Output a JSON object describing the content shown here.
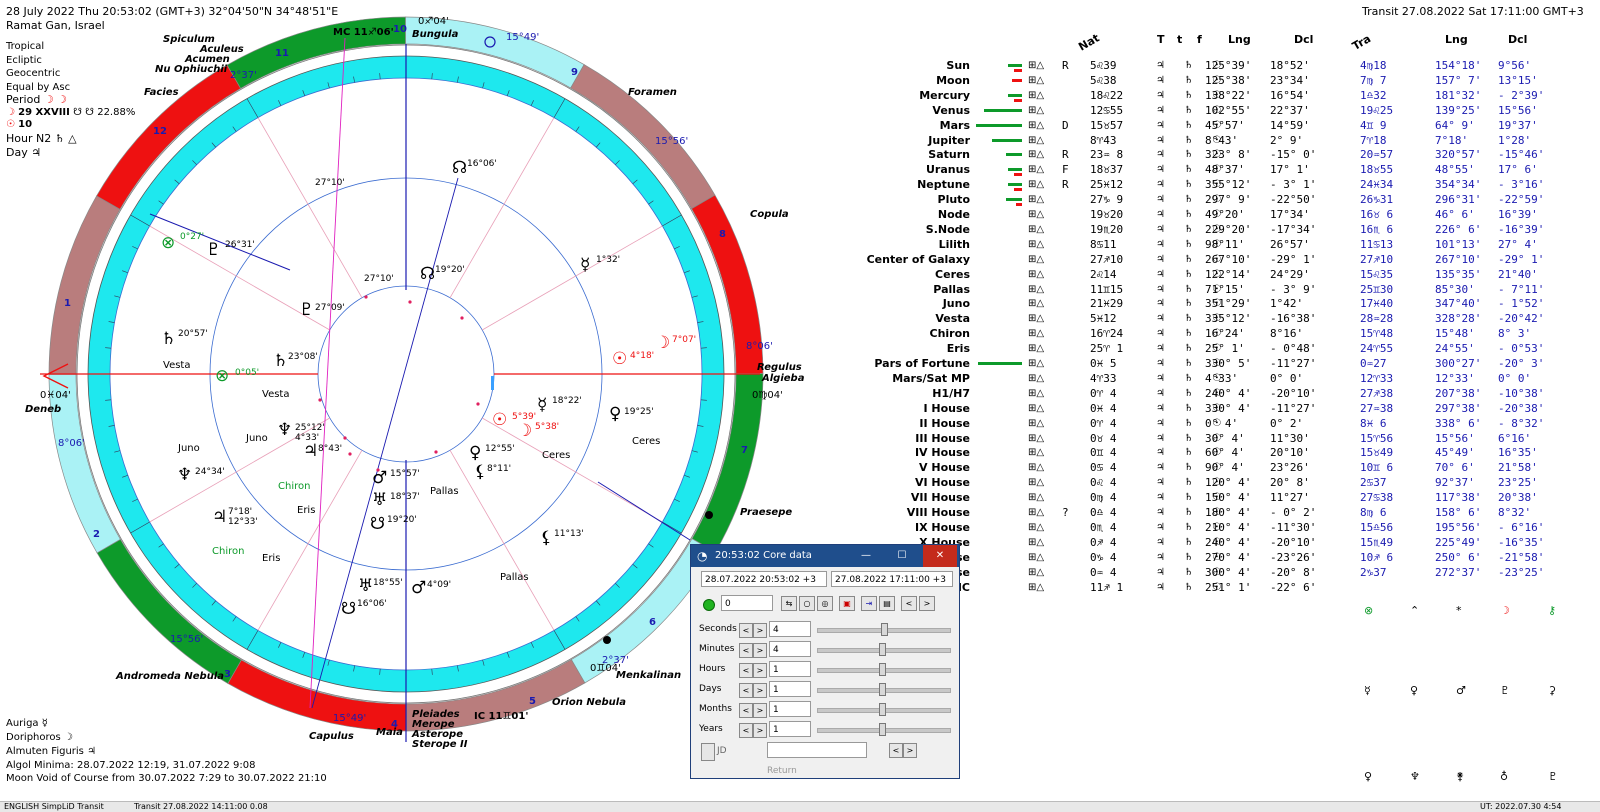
{
  "header": {
    "natal_line": "28 July 2022  Thu   20:53:02 (GMT+3) 32°04'50\"N   34°48'51\"E",
    "place": "Ramat Gan, Israel",
    "transit_line": "Transit 27.08.2022   Sat 17:11:00 GMT+3"
  },
  "left_info": {
    "lines": [
      "Tropical",
      "Ecliptic",
      "Geocentric",
      "Equal by Asc"
    ],
    "period_label": "Period",
    "moon_line": "29 XXVIII",
    "moon_pct": "22.88%",
    "sun_line": "10",
    "hour_label": "Hour N2",
    "day_label": "Day"
  },
  "bottom_info": {
    "auriga": "Auriga",
    "doriphoros": "Doriphoros",
    "almuten": "Almuten Figuris",
    "algol": "Algol Minima: 28.07.2022 12:19,   31.07.2022  9:08",
    "void": "Moon Void of Course from 30.07.2022  7:29 to 30.07.2022 21:10"
  },
  "houses": {
    "numbers": [
      "1",
      "2",
      "3",
      "4",
      "5",
      "6",
      "7",
      "8",
      "9",
      "10",
      "11",
      "12"
    ],
    "cusp_labels": [
      "0♓04'",
      "8°06'",
      "15°56'",
      "15°49'",
      "0♊04'",
      "2°37'",
      "0♍04'",
      "8°06'",
      "15°56'",
      "15°49'",
      "0♐04'",
      "2°37'"
    ]
  },
  "stars": {
    "spiculum": "Spiculum",
    "aculeus": "Aculeus",
    "acumen": "Acumen",
    "nu_oph": "Nu Ophiuchii",
    "facies": "Facies",
    "bungula": "Bungula",
    "foramen": "Foramen",
    "copula": "Copula",
    "regulus": "Regulus",
    "algieba": "Algieba",
    "praesepe": "Praesepe",
    "menkalinan": "Menkalinan",
    "orion": "Orion Nebula",
    "pleiades": "Pleiades",
    "merope": "Merope",
    "maia": "Maia",
    "asterope": "Asterope",
    "sterope": "Sterope II",
    "capulus": "Capulus",
    "andromeda": "Andromeda Nebula",
    "deneb": "Deneb",
    "mc_label": "MC 11♐06'",
    "ic_label": "IC 11♊01'",
    "asc_label": "0♓04'"
  },
  "chart_glyphs": {
    "vesta1": "Vesta",
    "vesta2": "Vesta",
    "juno1": "Juno",
    "juno2": "Juno",
    "chiron1": "Chiron",
    "chiron2": "Chiron",
    "eris1": "Eris",
    "eris2": "Eris",
    "pallas1": "Pallas",
    "pallas2": "Pallas",
    "ceres1": "Ceres",
    "ceres2": "Ceres",
    "p1": "27°10'",
    "p2": "16°06'",
    "p3": "26°31'",
    "p4": "0°27'",
    "p5": "27°10'",
    "p6": "19°20'",
    "p7": "1°32'",
    "p8": "27°09'",
    "p9": "20°57'",
    "p10": "23°08'",
    "p11": "0°05'",
    "p12": "4°18'",
    "p13": "7°07'",
    "p14": "18°22'",
    "p15": "19°25'",
    "p16": "5°39'",
    "p17": "5°38'",
    "p18": "12°55'",
    "p19": "8°11'",
    "p20": "25°12'",
    "p21": "4°33'",
    "p22": "8°43'",
    "p23": "15°57'",
    "p24": "18°37'",
    "p25": "19°20'",
    "p26": "24°34'",
    "p27": "7°18'",
    "p28": "12°33'",
    "p29": "11°13'",
    "p30": "18°55'",
    "p31": "16°06'",
    "p32": "4°09'"
  },
  "table_headers": {
    "nat": "Nat",
    "t1": "T",
    "t2": "t",
    "f": "f",
    "lng": "Lng",
    "dcl": "Dcl",
    "tra": "Tra",
    "tlng": "Lng",
    "tdcl": "Dcl"
  },
  "planets": [
    {
      "name": "Sun",
      "r": "R",
      "pos": " 5♌39",
      "lng": "125°39'",
      "dcl": "18°52'",
      "tpos": "4♍18",
      "tlng": "154°18'",
      "tdcl": " 9°56'"
    },
    {
      "name": "Moon",
      "r": "",
      "pos": " 5♌38",
      "lng": "125°38'",
      "dcl": "23°34'",
      "tpos": "7♍ 7",
      "tlng": "157° 7'",
      "tdcl": "13°15'"
    },
    {
      "name": "Mercury",
      "r": "",
      "pos": "18♌22",
      "lng": "138°22'",
      "dcl": "16°54'",
      "tpos": "1♎32",
      "tlng": "181°32'",
      "tdcl": "- 2°39'"
    },
    {
      "name": "Venus",
      "r": "",
      "pos": "12♋55",
      "lng": "102°55'",
      "dcl": "22°37'",
      "tpos": "19♌25",
      "tlng": "139°25'",
      "tdcl": "15°56'"
    },
    {
      "name": "Mars",
      "r": "D",
      "pos": "15♉57",
      "lng": " 45°57'",
      "dcl": "14°59'",
      "tpos": "4♊ 9",
      "tlng": " 64° 9'",
      "tdcl": "19°37'"
    },
    {
      "name": "Jupiter",
      "r": "",
      "pos": " 8♈43",
      "lng": "  8°43'",
      "dcl": " 2° 9'",
      "tpos": "7♈18",
      "tlng": "  7°18'",
      "tdcl": " 1°28'"
    },
    {
      "name": "Saturn",
      "r": "R",
      "pos": "23♒ 8",
      "lng": "323° 8'",
      "dcl": "-15° 0'",
      "tpos": "20♒57",
      "tlng": "320°57'",
      "tdcl": "-15°46'"
    },
    {
      "name": "Uranus",
      "r": "F",
      "pos": "18♉37",
      "lng": " 48°37'",
      "dcl": "17° 1'",
      "tpos": "18♉55",
      "tlng": " 48°55'",
      "tdcl": "17° 6'"
    },
    {
      "name": "Neptune",
      "r": "R",
      "pos": "25♓12",
      "lng": "355°12'",
      "dcl": "- 3° 1'",
      "tpos": "24♓34",
      "tlng": "354°34'",
      "tdcl": "- 3°16'"
    },
    {
      "name": "Pluto",
      "r": "",
      "pos": "27♑ 9",
      "lng": "297° 9'",
      "dcl": "-22°50'",
      "tpos": "26♑31",
      "tlng": "296°31'",
      "tdcl": "-22°59'"
    },
    {
      "name": "Node",
      "r": "",
      "pos": "19♉20",
      "lng": " 49°20'",
      "dcl": "17°34'",
      "tpos": "16♉ 6",
      "tlng": " 46° 6'",
      "tdcl": "16°39'"
    },
    {
      "name": "S.Node",
      "r": "",
      "pos": "19♏20",
      "lng": "229°20'",
      "dcl": "-17°34'",
      "tpos": "16♏ 6",
      "tlng": "226° 6'",
      "tdcl": "-16°39'"
    },
    {
      "name": "Lilith",
      "r": "",
      "pos": " 8♋11",
      "lng": " 98°11'",
      "dcl": "26°57'",
      "tpos": "11♋13",
      "tlng": "101°13'",
      "tdcl": "27° 4'"
    },
    {
      "name": "Center of Galaxy",
      "r": "",
      "pos": "27♐10",
      "lng": "267°10'",
      "dcl": "-29° 1'",
      "tpos": "27♐10",
      "tlng": "267°10'",
      "tdcl": "-29° 1'"
    },
    {
      "name": "Ceres",
      "r": "",
      "pos": " 2♌14",
      "lng": "122°14'",
      "dcl": "24°29'",
      "tpos": "15♌35",
      "tlng": "135°35'",
      "tdcl": "21°40'"
    },
    {
      "name": "Pallas",
      "r": "",
      "pos": "11♊15",
      "lng": " 71°15'",
      "dcl": "- 3° 9'",
      "tpos": "25♊30",
      "tlng": " 85°30'",
      "tdcl": "- 7°11'"
    },
    {
      "name": "Juno",
      "r": "",
      "pos": "21♓29",
      "lng": "351°29'",
      "dcl": " 1°42'",
      "tpos": "17♓40",
      "tlng": "347°40'",
      "tdcl": "- 1°52'"
    },
    {
      "name": "Vesta",
      "r": "",
      "pos": " 5♓12",
      "lng": "335°12'",
      "dcl": "-16°38'",
      "tpos": "28♒28",
      "tlng": "328°28'",
      "tdcl": "-20°42'"
    },
    {
      "name": "Chiron",
      "r": "",
      "pos": "16♈24",
      "lng": " 16°24'",
      "dcl": " 8°16'",
      "tpos": "15♈48",
      "tlng": " 15°48'",
      "tdcl": " 8° 3'"
    },
    {
      "name": "Eris",
      "r": "",
      "pos": "25♈ 1",
      "lng": " 25° 1'",
      "dcl": "- 0°48'",
      "tpos": "24♈55",
      "tlng": " 24°55'",
      "tdcl": "- 0°53'"
    },
    {
      "name": "Pars of Fortune",
      "r": "",
      "pos": " 0♓ 5",
      "lng": "330° 5'",
      "dcl": "-11°27'",
      "tpos": "0♒27",
      "tlng": "300°27'",
      "tdcl": "-20° 3'"
    },
    {
      "name": "Mars/Sat MP",
      "r": "",
      "pos": " 4♈33",
      "lng": "  4°33'",
      "dcl": " 0° 0'",
      "tpos": "12♈33",
      "tlng": " 12°33'",
      "tdcl": " 0° 0'"
    },
    {
      "name": "H1/H7",
      "r": "",
      "pos": " 0♈ 4",
      "lng": "240° 4'",
      "dcl": "-20°10'",
      "tpos": "27♐38",
      "tlng": "207°38'",
      "tdcl": "-10°38'"
    },
    {
      "name": "I House",
      "r": "",
      "pos": " 0♓ 4",
      "lng": "330° 4'",
      "dcl": "-11°27'",
      "tpos": "27♒38",
      "tlng": "297°38'",
      "tdcl": "-20°38'"
    },
    {
      "name": "II House",
      "r": "",
      "pos": " 0♈ 4",
      "lng": "  0° 4'",
      "dcl": " 0° 2'",
      "tpos": "8♓ 6",
      "tlng": "338° 6'",
      "tdcl": "- 8°32'"
    },
    {
      "name": "III House",
      "r": "",
      "pos": " 0♉ 4",
      "lng": " 30° 4'",
      "dcl": "11°30'",
      "tpos": "15♈56",
      "tlng": " 15°56'",
      "tdcl": " 6°16'"
    },
    {
      "name": "IV House",
      "r": "",
      "pos": " 0♊ 4",
      "lng": " 60° 4'",
      "dcl": "20°10'",
      "tpos": "15♉49",
      "tlng": " 45°49'",
      "tdcl": "16°35'"
    },
    {
      "name": "V House",
      "r": "",
      "pos": " 0♋ 4",
      "lng": " 90° 4'",
      "dcl": "23°26'",
      "tpos": "10♊ 6",
      "tlng": " 70° 6'",
      "tdcl": "21°58'"
    },
    {
      "name": "VI House",
      "r": "",
      "pos": " 0♌ 4",
      "lng": "120° 4'",
      "dcl": "20° 8'",
      "tpos": "2♋37",
      "tlng": " 92°37'",
      "tdcl": "23°25'"
    },
    {
      "name": "VII House",
      "r": "",
      "pos": " 0♍ 4",
      "lng": "150° 4'",
      "dcl": "11°27'",
      "tpos": "27♋38",
      "tlng": "117°38'",
      "tdcl": "20°38'"
    },
    {
      "name": "VIII House",
      "r": "?",
      "pos": " 0♎ 4",
      "lng": "180° 4'",
      "dcl": "- 0° 2'",
      "tpos": "8♍ 6",
      "tlng": "158° 6'",
      "tdcl": " 8°32'"
    },
    {
      "name": "IX House",
      "r": "",
      "pos": " 0♏ 4",
      "lng": "210° 4'",
      "dcl": "-11°30'",
      "tpos": "15♎56",
      "tlng": "195°56'",
      "tdcl": "- 6°16'"
    },
    {
      "name": "X House",
      "r": "",
      "pos": " 0♐ 4",
      "lng": "240° 4'",
      "dcl": "-20°10'",
      "tpos": "15♏49",
      "tlng": "225°49'",
      "tdcl": "-16°35'"
    },
    {
      "name": "XI House",
      "r": "",
      "pos": " 0♑ 4",
      "lng": "270° 4'",
      "dcl": "-23°26'",
      "tpos": "10♐ 6",
      "tlng": "250° 6'",
      "tdcl": "-21°58'"
    },
    {
      "name": "XII House",
      "r": "",
      "pos": " 0♒ 4",
      "lng": "300° 4'",
      "dcl": "-20° 8'",
      "tpos": "2♑37",
      "tlng": "272°37'",
      "tdcl": "-23°25'"
    },
    {
      "name": "MC",
      "r": "",
      "pos": "11♐ 1",
      "lng": "251° 1'",
      "dcl": "-22° 6'",
      "tpos": "",
      "tlng": "",
      "tdcl": ""
    }
  ],
  "core_window": {
    "title": "20:53:02 Core data",
    "natal_date": "28.07.2022  20:53:02  +3",
    "transit_date": "27.08.2022   17:11:00  +3",
    "counter": "0",
    "rows": [
      {
        "label": "Seconds",
        "value": "4"
      },
      {
        "label": "Minutes",
        "value": "4"
      },
      {
        "label": "Hours",
        "value": "1"
      },
      {
        "label": "Days",
        "value": "1"
      },
      {
        "label": "Months",
        "value": "1"
      },
      {
        "label": "Years",
        "value": "1"
      }
    ],
    "jd_label": "JD",
    "return_label": "Return"
  },
  "status_bar": {
    "left": "ENGLISH SimpLiD Transit",
    "mid": "Transit   27.08.2022 14:11:00   0.08",
    "right": "UT: 2022.07.30  4:54"
  },
  "colors": {
    "red": "#ee1111",
    "green": "#0d9a2a",
    "rose": "#b97d7d",
    "cyan": "#aaf2f5",
    "inner_cyan": "#1ee8ee",
    "blue": "#1a1ab0"
  }
}
